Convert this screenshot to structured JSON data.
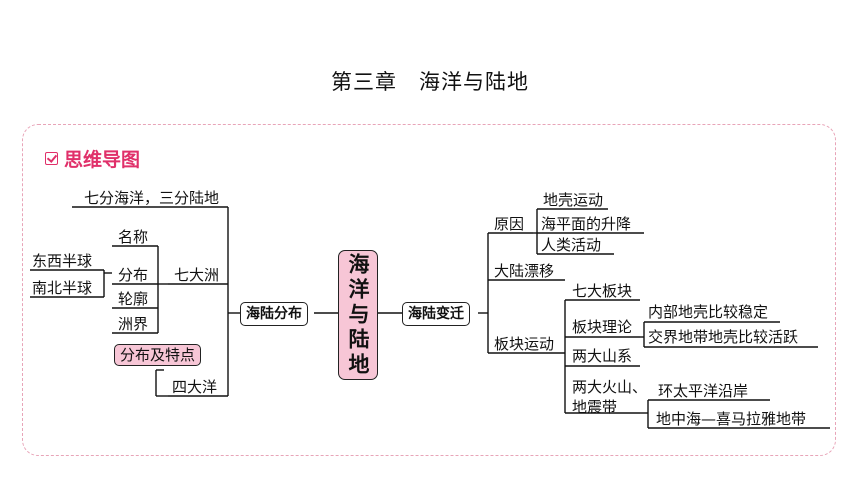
{
  "page_title": "第三章　海洋与陆地",
  "section_header": "思维导图",
  "center": "海洋与陆地",
  "left": {
    "main": "海陆分布",
    "ratio": "七分海洋，三分陆地",
    "continents": "七大洲",
    "continent_items": [
      "名称",
      "分布",
      "轮廓",
      "洲界"
    ],
    "hemispheres": [
      "东西半球",
      "南北半球"
    ],
    "oceans": "四大洋",
    "ocean_feature": "分布及特点"
  },
  "right": {
    "main": "海陆变迁",
    "cause": "原因",
    "cause_items": [
      "地壳运动",
      "海平面的升降",
      "人类活动"
    ],
    "drift": "大陆漂移",
    "plates": "板块运动",
    "plates_items": [
      "七大板块",
      "板块理论",
      "两大山系",
      "两大火山、\n地震带"
    ],
    "theory_items": [
      "内部地壳比较稳定",
      "交界地带地壳比较活跃"
    ],
    "belt_items": [
      "环太平洋沿岸",
      "地中海—喜马拉雅地带"
    ]
  },
  "colors": {
    "accent": "#e0306a",
    "pink_fill": "#f7c6d6",
    "frame_border": "#e8a4b8"
  }
}
